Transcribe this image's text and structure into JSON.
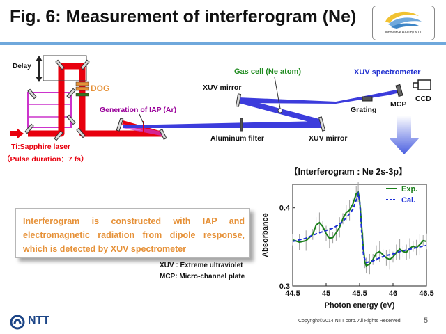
{
  "slide": {
    "title": "Fig. 6: Measurement of interferogram (Ne)",
    "logo_caption": "Innovative R&D by NTT",
    "page_number": "5",
    "copyright": "Copyright©2014  NTT corp. All Rights Reserved.",
    "company": "NTT"
  },
  "diagram": {
    "labels": {
      "delay": "Delay",
      "dog": "DOG",
      "laser": "Ti:Sapphire laser",
      "pulse": "（Pulse duration：7 fs）",
      "iap": "Generation of IAP (Ar)",
      "gas_cell": "Gas cell (Ne atom)",
      "xuv_mirror_top": "XUV mirror",
      "xuv_mirror_bottom": "XUV mirror",
      "aluminum_filter": "Aluminum filter",
      "xuv_spectrometer": "XUV spectrometer",
      "grating": "Grating",
      "mcp": "MCP",
      "ccd": "CCD"
    },
    "colors": {
      "laser_beam": "#e8000e",
      "xuv_beam": "#3c3cdc",
      "iap_beam": "#cc33cc",
      "dog_label": "#e69138",
      "gas_label": "#1e8a1e",
      "spectrometer_label": "#1f2fd0",
      "arrow_grad_top": "#ffffff",
      "arrow_grad_bottom": "#4a5fe0"
    }
  },
  "note": {
    "text": "Interferogram is constructed with IAP and electromagnetic radiation from dipole response, which is detected by XUV spectrometer"
  },
  "glossary": {
    "xuv": "XUV : Extreme ultraviolet",
    "mcp": "MCP: Micro-channel plate"
  },
  "chart_data": {
    "type": "line",
    "title": "【Interferogram : Ne 2s-3p】",
    "xlabel": "Photon energy (eV)",
    "ylabel": "Absorbance",
    "xlim": [
      44.5,
      46.5
    ],
    "ylim": [
      0.3,
      0.43
    ],
    "x_ticks": [
      "44.5",
      "45",
      "45.5",
      "46",
      "46.5"
    ],
    "y_ticks": [
      "0.3",
      "0.4"
    ],
    "y_tick_values": [
      0.3,
      0.4
    ],
    "legend_position": "top-right",
    "series": [
      {
        "name": "Exp.",
        "style": "solid",
        "color": "#1a7f1a",
        "x": [
          44.5,
          44.6,
          44.7,
          44.8,
          44.85,
          44.9,
          44.95,
          45.0,
          45.05,
          45.1,
          45.15,
          45.2,
          45.25,
          45.3,
          45.35,
          45.4,
          45.45,
          45.48,
          45.5,
          45.52,
          45.55,
          45.58,
          45.6,
          45.65,
          45.7,
          45.75,
          45.8,
          45.85,
          45.9,
          45.95,
          46.0,
          46.05,
          46.1,
          46.15,
          46.2,
          46.25,
          46.3,
          46.35,
          46.4,
          46.45,
          46.5
        ],
        "y": [
          0.359,
          0.356,
          0.358,
          0.366,
          0.378,
          0.381,
          0.376,
          0.367,
          0.361,
          0.362,
          0.368,
          0.375,
          0.386,
          0.394,
          0.397,
          0.405,
          0.418,
          0.42,
          0.41,
          0.39,
          0.355,
          0.33,
          0.326,
          0.328,
          0.334,
          0.342,
          0.344,
          0.34,
          0.336,
          0.334,
          0.337,
          0.343,
          0.347,
          0.344,
          0.343,
          0.348,
          0.351,
          0.349,
          0.353,
          0.358,
          0.357
        ]
      },
      {
        "name": "Cal.",
        "style": "dashed",
        "color": "#1c2fd6",
        "x": [
          44.5,
          44.6,
          44.7,
          44.8,
          44.9,
          45.0,
          45.1,
          45.2,
          45.3,
          45.4,
          45.45,
          45.48,
          45.5,
          45.53,
          45.56,
          45.6,
          45.7,
          45.8,
          45.9,
          46.0,
          46.1,
          46.2,
          46.3,
          46.4,
          46.5
        ],
        "y": [
          0.357,
          0.359,
          0.361,
          0.365,
          0.368,
          0.371,
          0.374,
          0.379,
          0.387,
          0.398,
          0.41,
          0.418,
          0.41,
          0.37,
          0.338,
          0.33,
          0.332,
          0.336,
          0.339,
          0.341,
          0.344,
          0.346,
          0.348,
          0.35,
          0.352
        ]
      }
    ],
    "error_bars": "present on Exp. data (grey)"
  }
}
